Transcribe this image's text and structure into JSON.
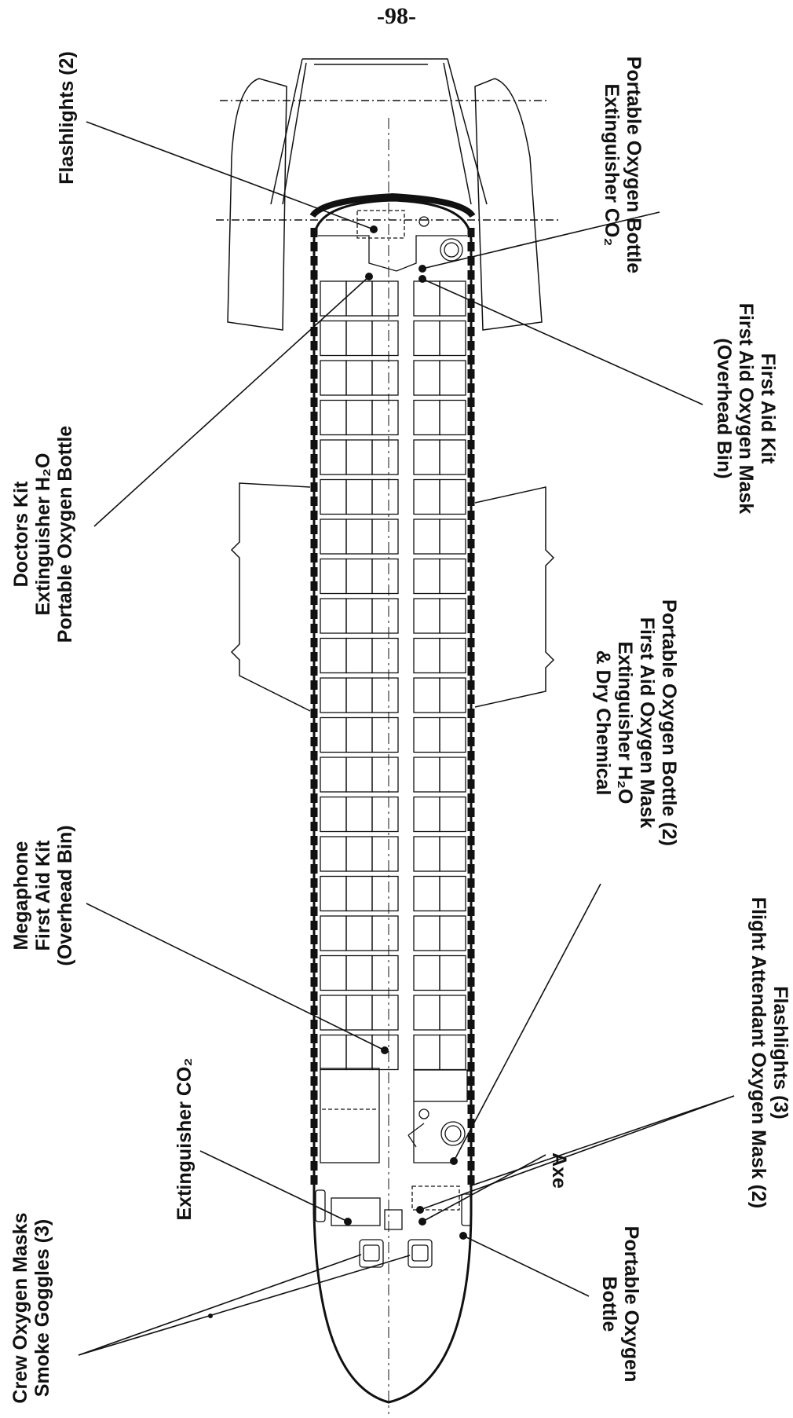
{
  "page_number": "-98-",
  "labels": {
    "flashlights_2": [
      "Flashlights (2)"
    ],
    "doctors_kit": [
      "Doctors Kit",
      "Extinguisher H₂O",
      "Portable Oxygen Bottle"
    ],
    "megaphone": [
      "Megaphone",
      "First Aid Kit",
      "(Overhead Bin)"
    ],
    "extinguisher_co2": [
      "Extinguisher CO₂"
    ],
    "crew_masks": [
      "Crew Oxygen Masks",
      "Smoke Goggles (3)"
    ],
    "portable_bottle_co2": [
      "Portable Oxygen Bottle",
      "Extinguisher CO₂"
    ],
    "first_aid_kit_fwd": [
      "First Aid Kit",
      "First Aid Oxygen Mask",
      "(Overhead Bin)"
    ],
    "portable_bottle_2": [
      "Portable Oxygen Bottle (2)",
      "First Aid Oxygen Mask",
      "Extinguisher H₂O",
      "& Dry Chemical"
    ],
    "flashlights_3": [
      "Flashlights (3)",
      "Flight Attendant Oxygen Mask (2)"
    ],
    "axe": [
      "Axe"
    ],
    "portable_oxygen_bottle": [
      "Portable Oxygen",
      "Bottle"
    ]
  }
}
